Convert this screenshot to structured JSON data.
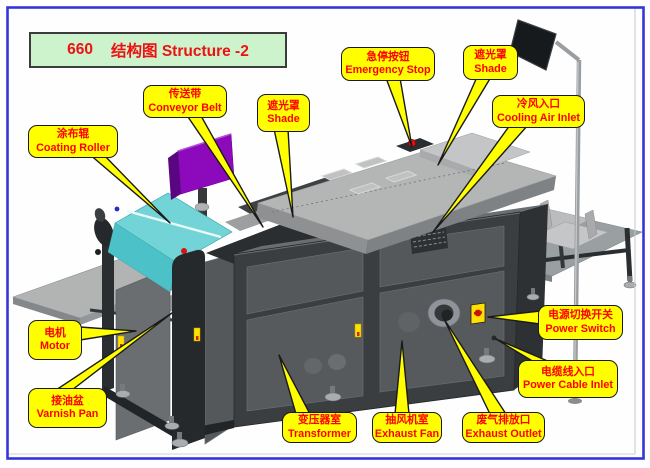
{
  "title": {
    "code": "660",
    "name": "结构图 Structure -2"
  },
  "callouts": [
    {
      "id": "coating-roller",
      "zh": "涂布辊",
      "en": "Coating Roller"
    },
    {
      "id": "conveyor-belt",
      "zh": "传送带",
      "en": "Conveyor Belt"
    },
    {
      "id": "shade-top",
      "zh": "遮光罩",
      "en": "Shade"
    },
    {
      "id": "emergency-stop",
      "zh": "急停按钮",
      "en": "Emergency Stop"
    },
    {
      "id": "shade-right",
      "zh": "遮光罩",
      "en": "Shade"
    },
    {
      "id": "cooling-air-inlet",
      "zh": "冷风入口",
      "en": "Cooling Air Inlet"
    },
    {
      "id": "motor",
      "zh": "电机",
      "en": "Motor"
    },
    {
      "id": "varnish-pan",
      "zh": "接油盆",
      "en": "Varnish Pan"
    },
    {
      "id": "transformer",
      "zh": "变压器室",
      "en": "Transformer"
    },
    {
      "id": "exhaust-fan",
      "zh": "抽风机室",
      "en": "Exhaust Fan"
    },
    {
      "id": "exhaust-outlet",
      "zh": "废气排放口",
      "en": "Exhaust Outlet"
    },
    {
      "id": "power-switch",
      "zh": "电源切换开关",
      "en": "Power Switch"
    },
    {
      "id": "power-cable-inlet",
      "zh": "电缆线入口",
      "en": "Power Cable Inlet"
    }
  ],
  "colors": {
    "callout_bg": "#ffff00",
    "callout_text": "#ff0000",
    "title_bg": "#cdf3cd",
    "title_text": "#ee1111",
    "page_border": "#3535dd",
    "roller_cyan": "#72d4d6",
    "panel_purple": "#8c0abc",
    "emergency_red": "#dd1111"
  }
}
